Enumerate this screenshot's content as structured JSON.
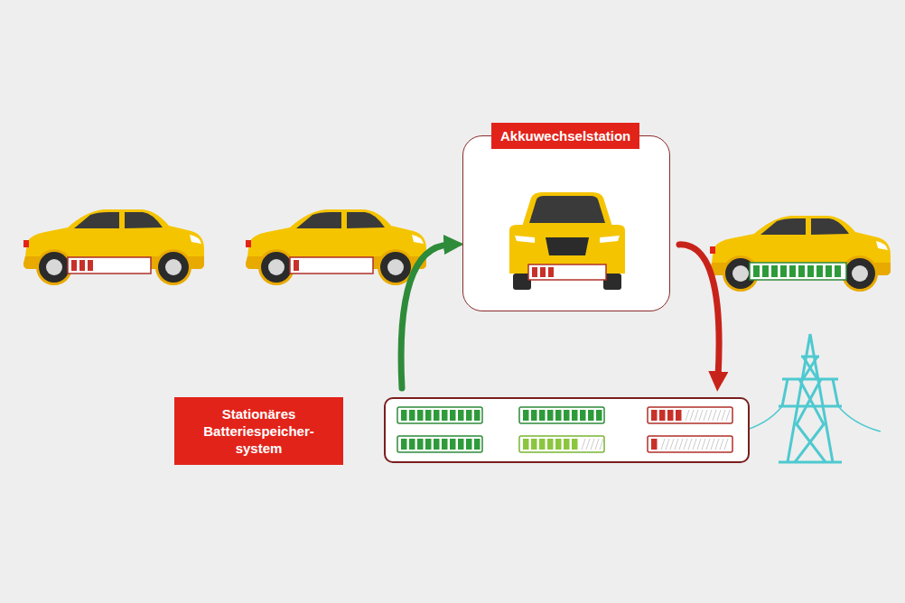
{
  "diagram": {
    "nodes": [
      {
        "text": [
          "Akkuwechselstation"
        ]
      },
      {
        "text": [
          "Stationäres Batteriespeicher- system"
        ]
      }
    ],
    "edges": [
      {
        "from": 1,
        "to": 0,
        "arrow": "to"
      },
      {
        "from": 0,
        "to": 1,
        "arrow": "to"
      }
    ]
  }
}
